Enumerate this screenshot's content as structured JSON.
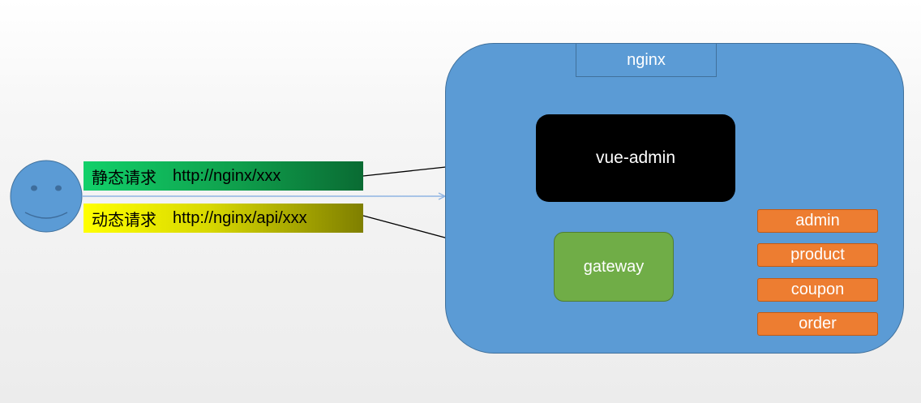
{
  "nginx": {
    "label": "nginx"
  },
  "vue_admin": {
    "label": "vue-admin"
  },
  "gateway": {
    "label": "gateway"
  },
  "services": [
    {
      "label": "admin"
    },
    {
      "label": "product"
    },
    {
      "label": "coupon"
    },
    {
      "label": "order"
    }
  ],
  "requests": {
    "static": {
      "type": "静态请求",
      "url": "http://nginx/xxx"
    },
    "dynamic": {
      "type": "动态请求",
      "url": "http://nginx/api/xxx"
    }
  },
  "colors": {
    "nginx_fill": "#5b9bd5",
    "vue_admin_fill": "#000000",
    "gateway_fill": "#70ad47",
    "service_fill": "#ed7d31",
    "static_request": "#12d06a",
    "dynamic_request": "#ffff00",
    "user_face": "#5b9bd5"
  },
  "user": {
    "icon": "smiley-face-icon"
  }
}
